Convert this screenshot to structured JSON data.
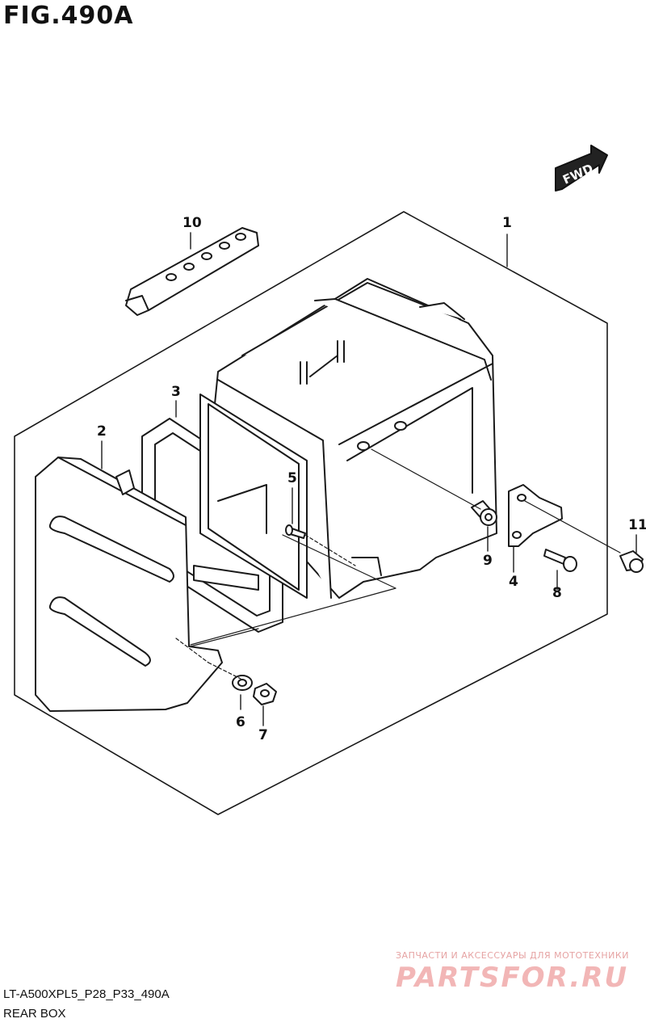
{
  "figure": {
    "title": "FIG.490A"
  },
  "fwd_label": "FWD",
  "callouts": {
    "c1": "1",
    "c2": "2",
    "c3": "3",
    "c4": "4",
    "c5": "5",
    "c6": "6",
    "c7": "7",
    "c8": "8",
    "c9": "9",
    "c10": "10",
    "c11": "11"
  },
  "footer": {
    "code": "LT-A500XPL5_P28_P33_490A",
    "name": "REAR BOX"
  },
  "watermark": {
    "tagline": "ЗАПЧАСТИ И АКСЕССУАРЫ ДЛЯ МОТОТЕХНИКИ",
    "site": "PARTSFOR.RU"
  }
}
